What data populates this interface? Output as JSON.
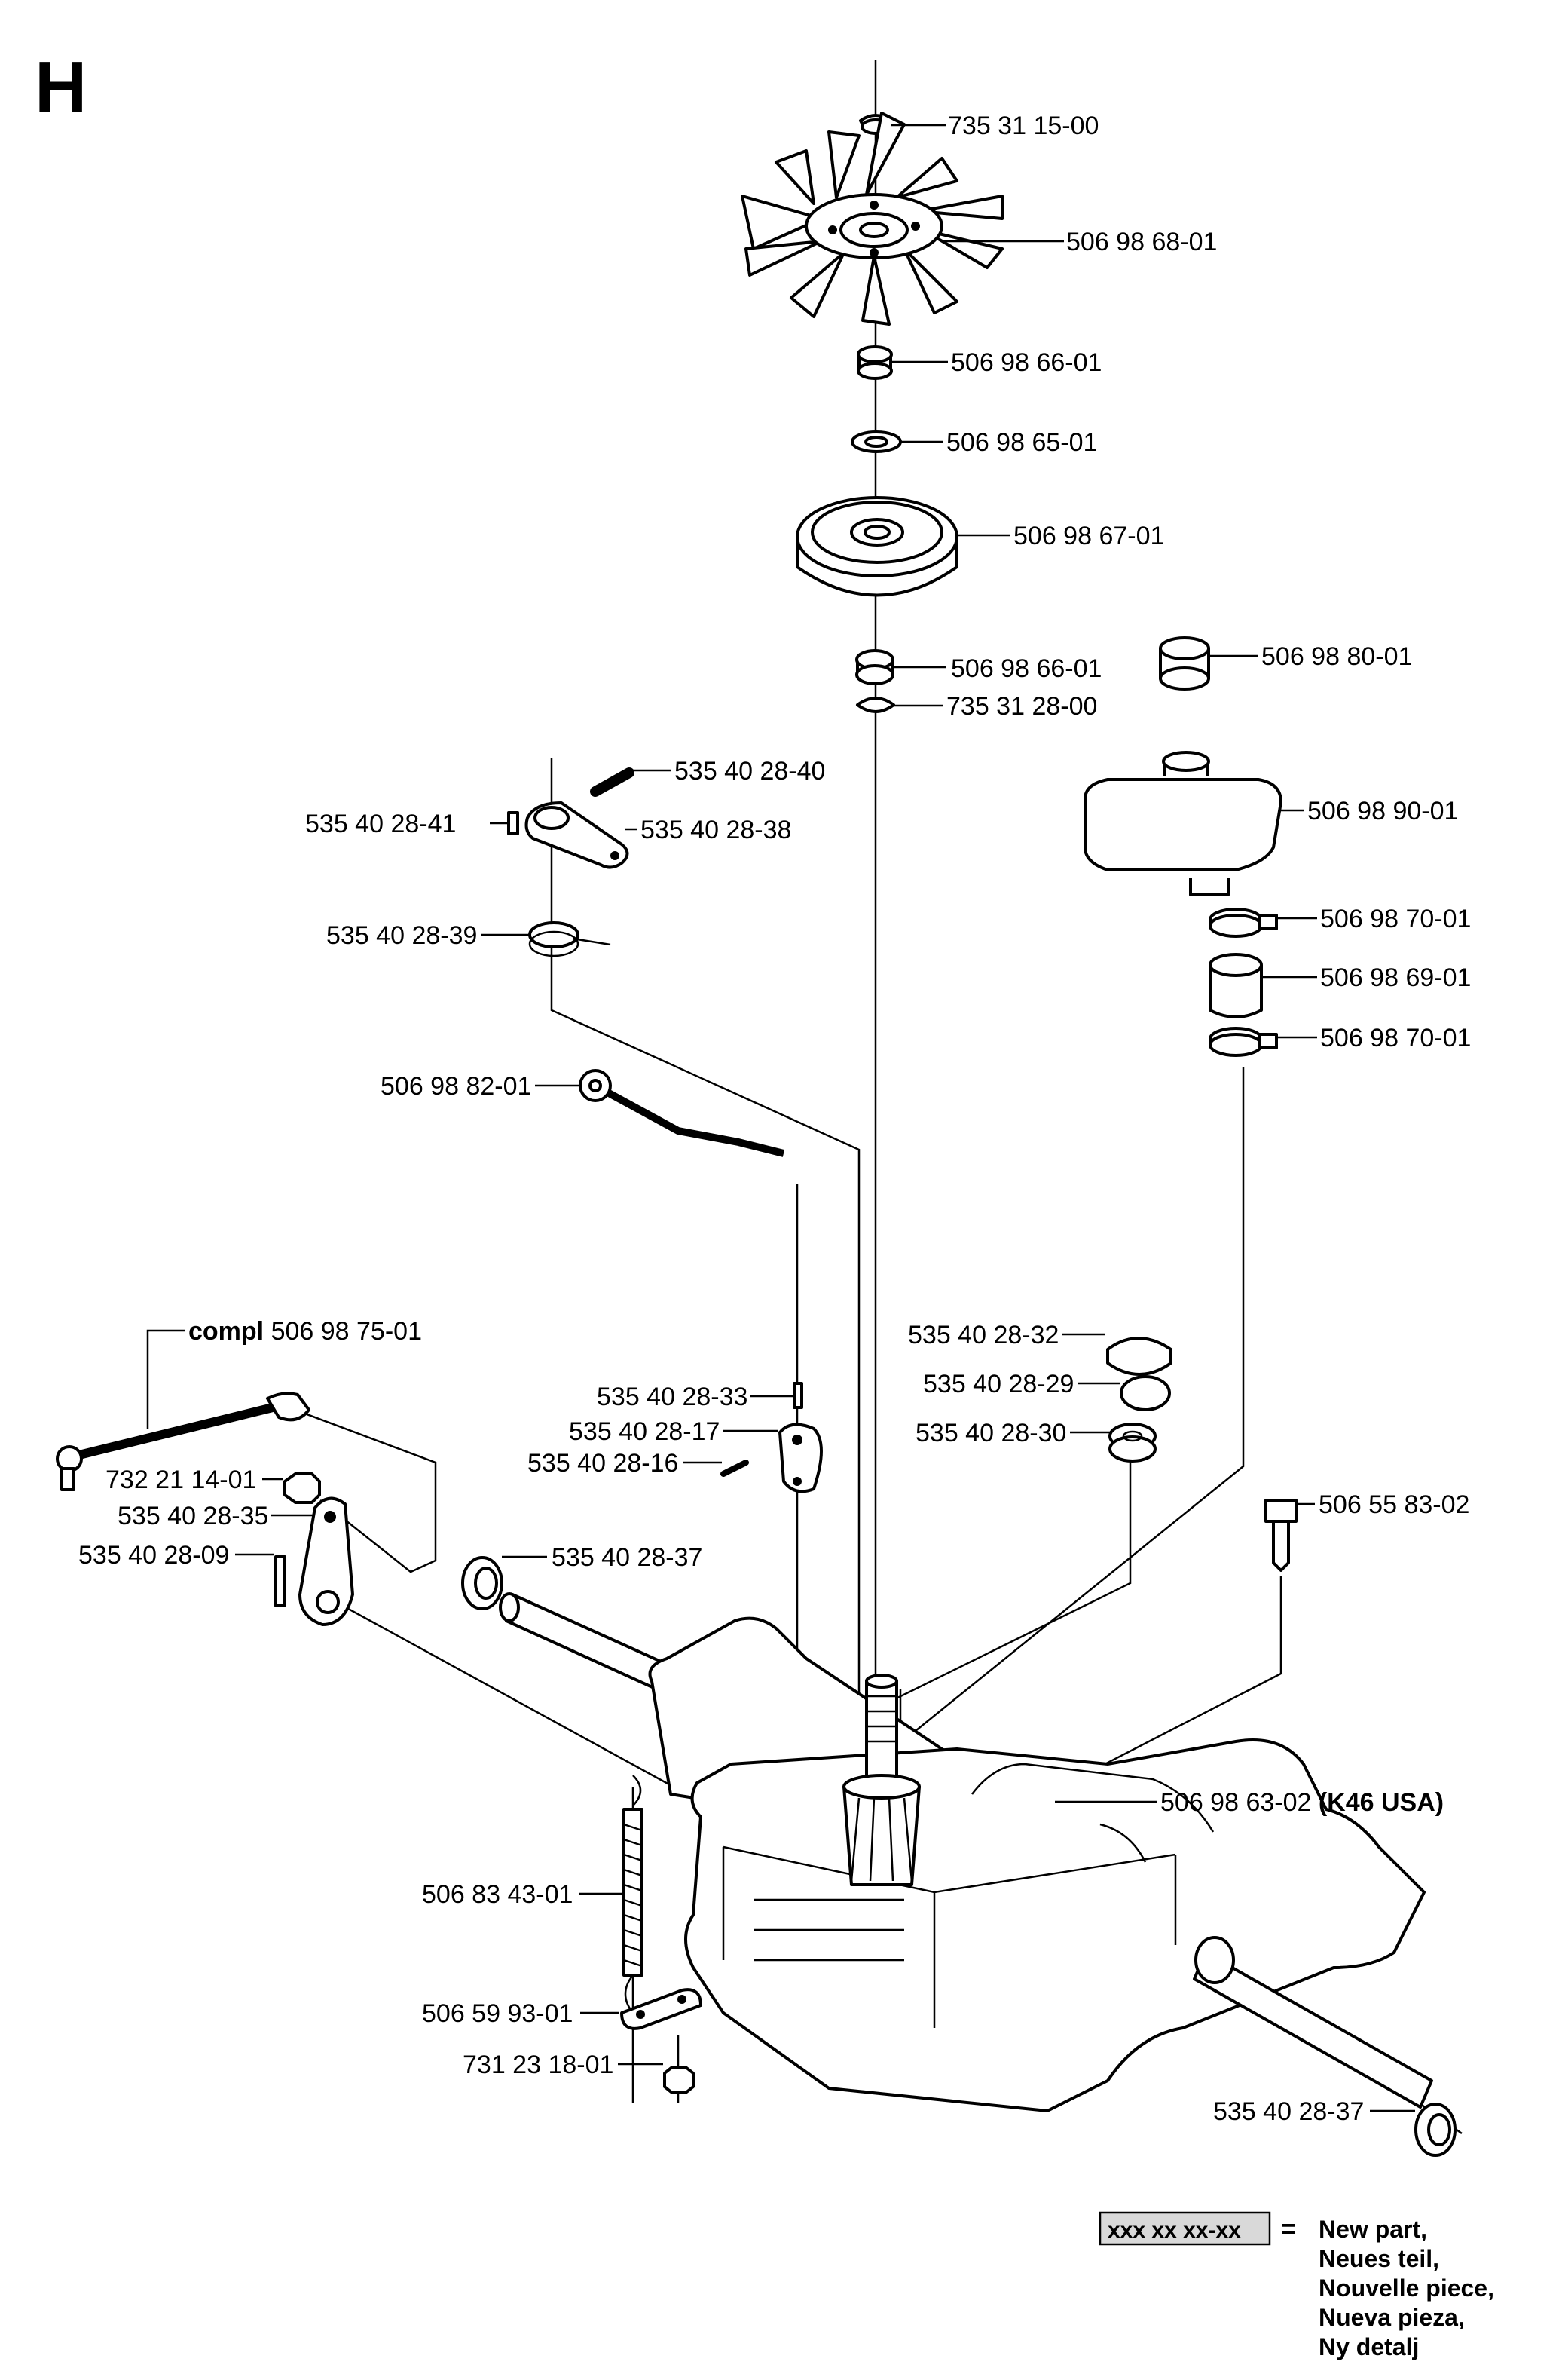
{
  "section_letter": "H",
  "callouts": [
    {
      "id": "c1",
      "number": "735 31 15-00"
    },
    {
      "id": "c2",
      "number": "506 98 68-01"
    },
    {
      "id": "c3",
      "number": "506 98 66-01"
    },
    {
      "id": "c4",
      "number": "506 98 65-01"
    },
    {
      "id": "c5",
      "number": "506 98 67-01"
    },
    {
      "id": "c6",
      "number": "506 98 66-01"
    },
    {
      "id": "c7",
      "number": "735 31 28-00"
    },
    {
      "id": "c8",
      "number": "506 98 80-01"
    },
    {
      "id": "c9",
      "number": "535 40 28-40"
    },
    {
      "id": "c10",
      "number": "535 40 28-41"
    },
    {
      "id": "c11",
      "number": "535 40 28-38"
    },
    {
      "id": "c12",
      "number": "506 98 90-01"
    },
    {
      "id": "c13",
      "number": "535 40 28-39"
    },
    {
      "id": "c14",
      "number": "506 98 70-01"
    },
    {
      "id": "c15",
      "number": "506 98 69-01"
    },
    {
      "id": "c16",
      "number": "506 98 70-01"
    },
    {
      "id": "c17",
      "number": "506 98 82-01"
    },
    {
      "id": "c18",
      "prefix": "compl",
      "number": "506 98 75-01"
    },
    {
      "id": "c19",
      "number": "535 40 28-32"
    },
    {
      "id": "c20",
      "number": "535 40 28-29"
    },
    {
      "id": "c21",
      "number": "535 40 28-33"
    },
    {
      "id": "c22",
      "number": "535 40 28-30"
    },
    {
      "id": "c23",
      "number": "535 40 28-17"
    },
    {
      "id": "c24",
      "number": "535 40 28-16"
    },
    {
      "id": "c25",
      "number": "732 21 14-01"
    },
    {
      "id": "c26",
      "number": "506 55 83-02"
    },
    {
      "id": "c27",
      "number": "535 40 28-35"
    },
    {
      "id": "c28",
      "number": "535 40 28-09"
    },
    {
      "id": "c29",
      "number": "535 40 28-37"
    },
    {
      "id": "c30",
      "number": "506 98 63-02",
      "suffix": "(K46 USA)"
    },
    {
      "id": "c31",
      "number": "506 83 43-01"
    },
    {
      "id": "c32",
      "number": "506 59 93-01"
    },
    {
      "id": "c33",
      "number": "731 23 18-01"
    },
    {
      "id": "c34",
      "number": "535 40 28-37"
    }
  ],
  "legend": {
    "sample": "xxx xx xx-xx",
    "equals": "=",
    "lines": [
      "New part,",
      "Neues teil,",
      "Nouvelle piece,",
      "Nueva pieza,",
      "Ny detalj"
    ],
    "highlight_color": "#d9d9d9"
  }
}
